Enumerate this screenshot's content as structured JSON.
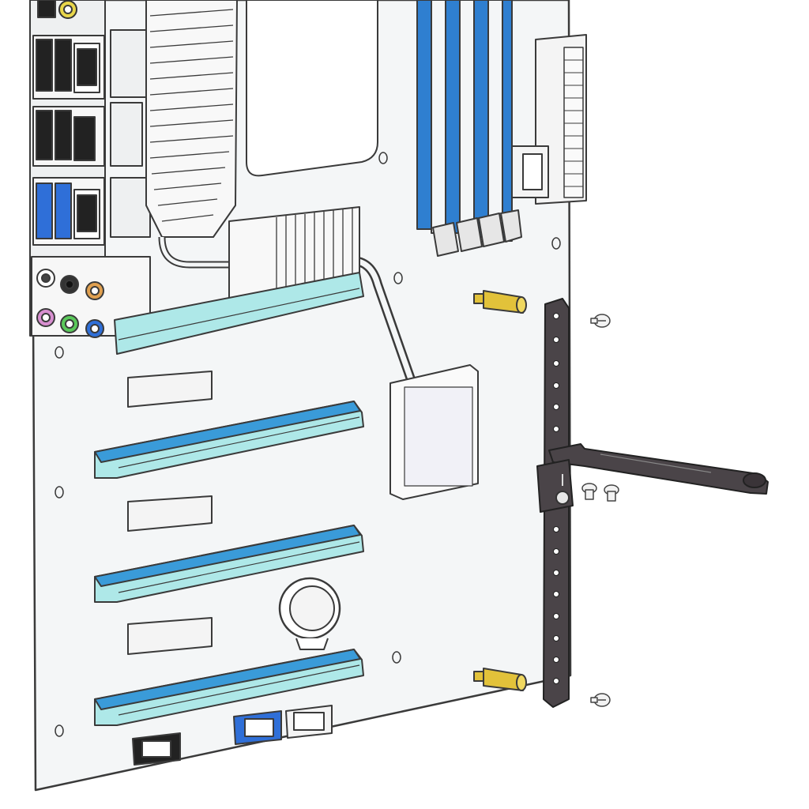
{
  "figure": {
    "description_visible_text": "",
    "colors": {
      "board": "#f4f6f7",
      "outline": "#3a3a3a",
      "pcie_blue": "#3a9bd9",
      "pcie_teal": "#aee8e8",
      "ram_blue": "#2f7fd0",
      "standoff_brass": "#e2c23a",
      "bracket_dark": "#4a4448",
      "usb3_blue": "#2f6fd8",
      "audio_pink": "#d88fd0",
      "audio_green": "#5bc95b",
      "audio_blue": "#2f6fd8",
      "audio_orange": "#e0a050"
    },
    "parts": [
      "motherboard",
      "io-shield-ports",
      "vrm-heatsink",
      "chipset-heatsink",
      "cpu-socket-cover",
      "ram-slots",
      "atx-power-connector",
      "pcie-slots",
      "cmos-battery",
      "brass-standoffs",
      "support-bracket",
      "bracket-arm",
      "screws"
    ]
  }
}
